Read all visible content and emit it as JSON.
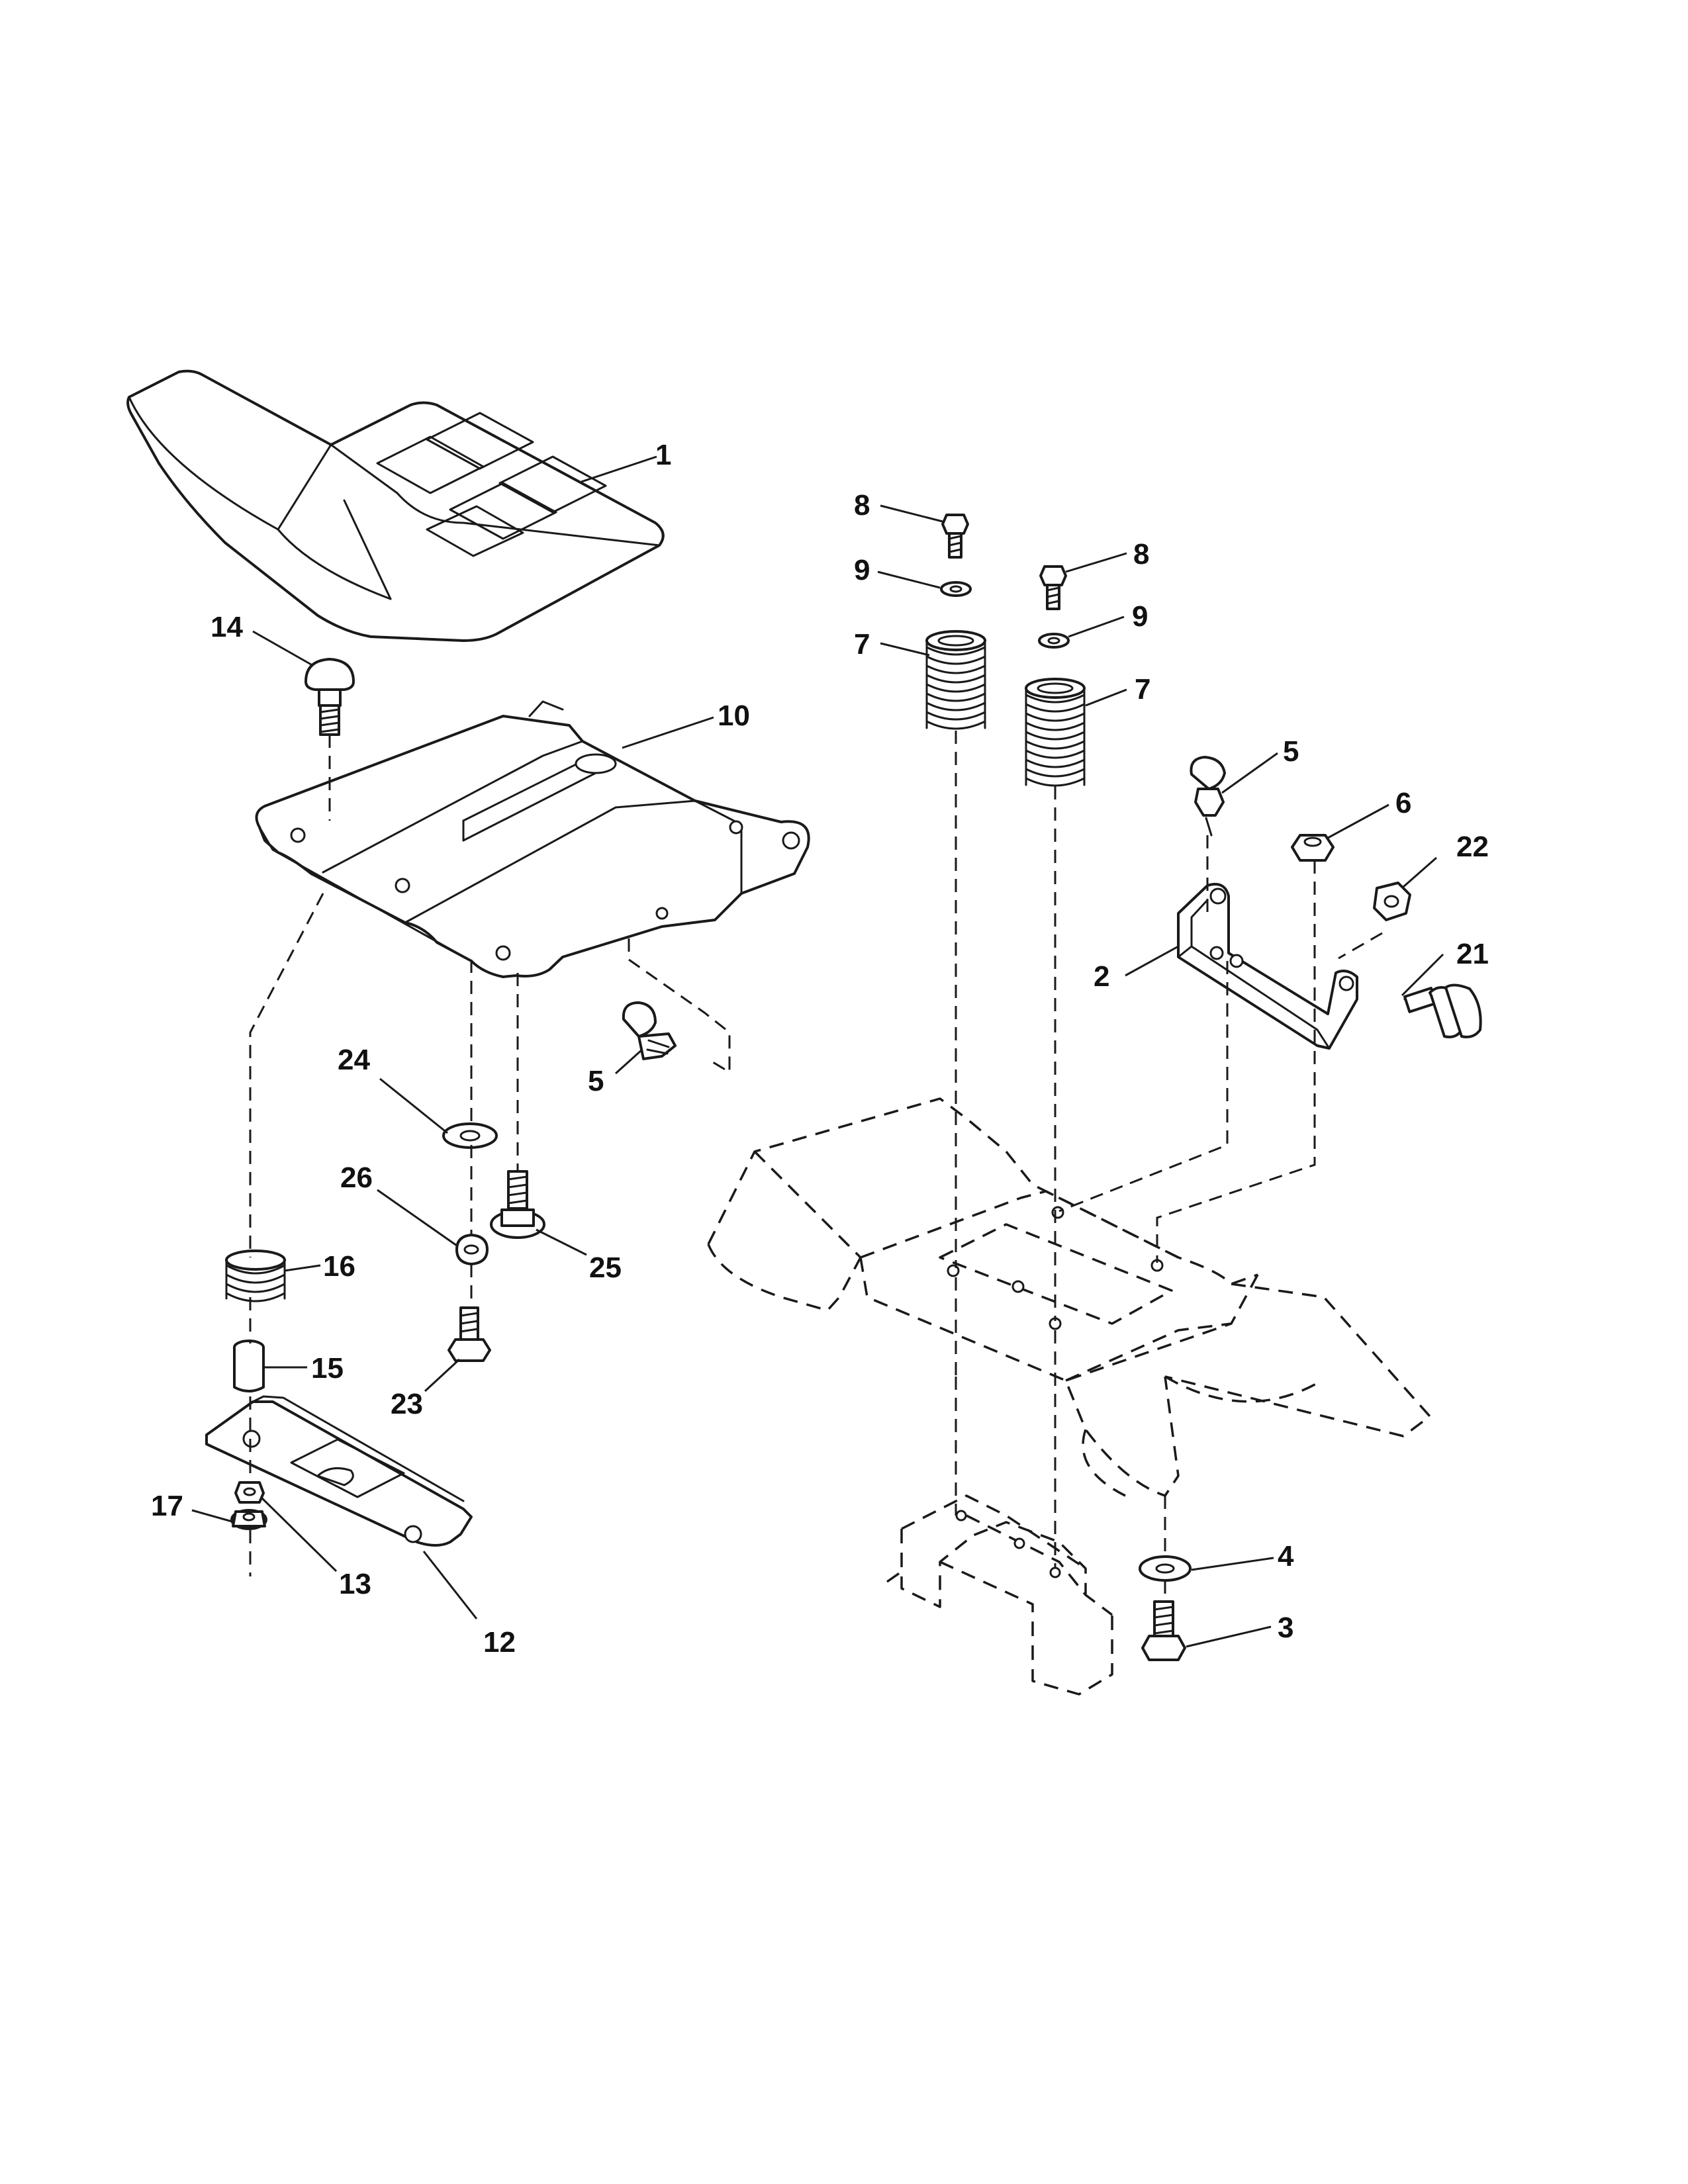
{
  "callouts": [
    {
      "id": "c1",
      "text": "1"
    },
    {
      "id": "c14",
      "text": "14"
    },
    {
      "id": "c10",
      "text": "10"
    },
    {
      "id": "c5a",
      "text": "5"
    },
    {
      "id": "c24",
      "text": "24"
    },
    {
      "id": "c26",
      "text": "26"
    },
    {
      "id": "c25",
      "text": "25"
    },
    {
      "id": "c16",
      "text": "16"
    },
    {
      "id": "c15",
      "text": "15"
    },
    {
      "id": "c23",
      "text": "23"
    },
    {
      "id": "c17",
      "text": "17"
    },
    {
      "id": "c13",
      "text": "13"
    },
    {
      "id": "c12",
      "text": "12"
    },
    {
      "id": "c8a",
      "text": "8"
    },
    {
      "id": "c9a",
      "text": "9"
    },
    {
      "id": "c7a",
      "text": "7"
    },
    {
      "id": "c8b",
      "text": "8"
    },
    {
      "id": "c9b",
      "text": "9"
    },
    {
      "id": "c7b",
      "text": "7"
    },
    {
      "id": "c5b",
      "text": "5"
    },
    {
      "id": "c6",
      "text": "6"
    },
    {
      "id": "c22",
      "text": "22"
    },
    {
      "id": "c2",
      "text": "2"
    },
    {
      "id": "c21",
      "text": "21"
    },
    {
      "id": "c4",
      "text": "4"
    },
    {
      "id": "c3",
      "text": "3"
    }
  ]
}
